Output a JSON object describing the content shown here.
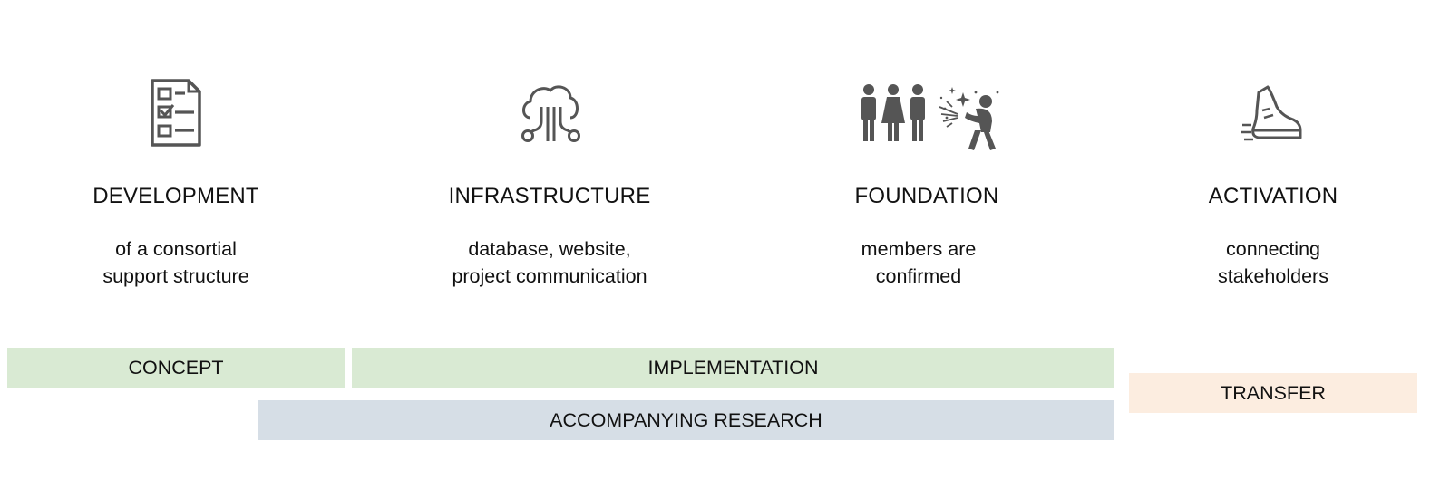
{
  "steps": [
    {
      "icon": "checklist-icon",
      "title": "DEVELOPMENT",
      "lines": [
        "of a consortial",
        "support structure"
      ]
    },
    {
      "icon": "cloud-network-icon",
      "title": "INFRASTRUCTURE",
      "lines": [
        "database, website,",
        "project communication"
      ]
    },
    {
      "icon": "people-celebration-icon",
      "title": "FOUNDATION",
      "lines": [
        "members are",
        "confirmed"
      ]
    },
    {
      "icon": "running-shoe-icon",
      "title": "ACTIVATION",
      "lines": [
        "connecting",
        "stakeholders"
      ]
    }
  ],
  "phases": {
    "concept": "CONCEPT",
    "implementation": "IMPLEMENTATION",
    "research": "ACCOMPANYING RESEARCH",
    "transfer": "TRANSFER"
  },
  "colors": {
    "green_bar": "#d9ead3",
    "blue_bar": "#d6dee6",
    "peach_bar": "#fcede0",
    "icon_gray": "#555555"
  }
}
